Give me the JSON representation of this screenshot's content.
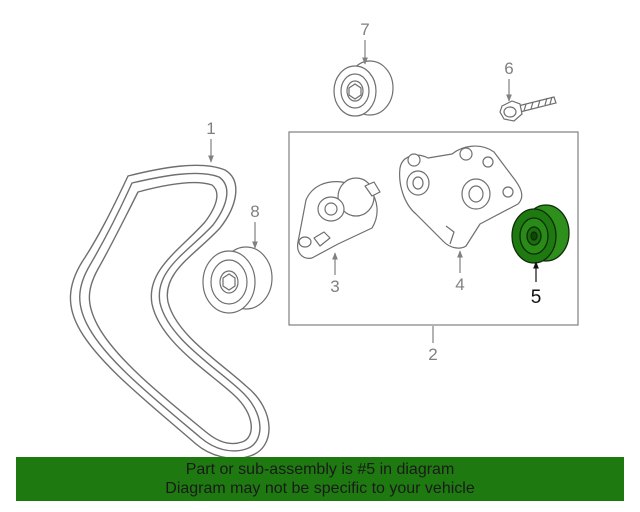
{
  "callouts": {
    "belt": "1",
    "tensioner_assembly": "2",
    "tensioner": "3",
    "bracket": "4",
    "idler_pulley": "5",
    "bolt": "6",
    "upper_idler": "7",
    "lower_idler": "8"
  },
  "highlight": {
    "part_number": "5",
    "color": "#1e7a10"
  },
  "banner": {
    "line1": "Part or sub-assembly is #5 in diagram",
    "line2": "Diagram may not be specific to your vehicle",
    "color": "#1e7a10"
  }
}
